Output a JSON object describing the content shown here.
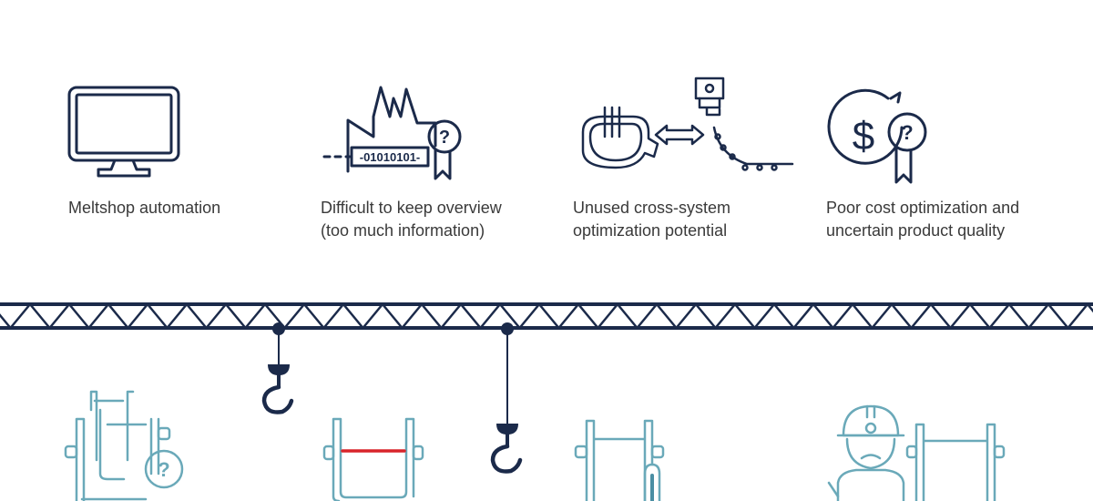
{
  "colors": {
    "navy": "#1b2a4a",
    "teal": "#6aa9b9",
    "red": "#d8242a",
    "text": "#3a3a3a"
  },
  "problems": [
    {
      "icon": "monitor-icon",
      "lines": [
        "Meltshop automation"
      ]
    },
    {
      "icon": "factory-data-icon",
      "binary": "-01010101-",
      "lines": [
        "Difficult to keep overview",
        "(too much information)"
      ]
    },
    {
      "icon": "furnace-caster-icon",
      "lines": [
        "Unused cross-system",
        "optimization potential"
      ]
    },
    {
      "icon": "cost-quality-icon",
      "lines": [
        "Poor cost optimization and",
        "uncertain product quality"
      ]
    }
  ],
  "badge_symbol": "?",
  "dollar_symbol": "$"
}
